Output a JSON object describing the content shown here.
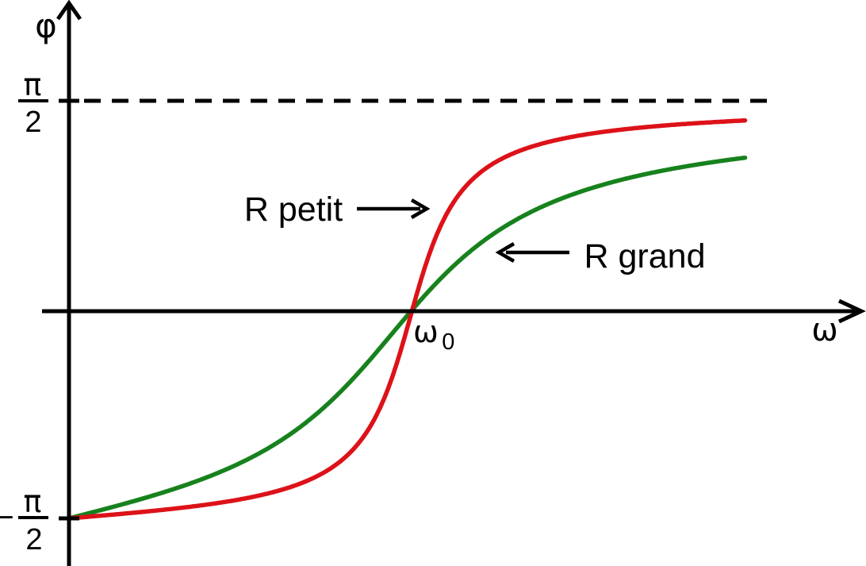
{
  "labels": {
    "y_axis": "φ",
    "x_axis": "ω",
    "upper_tick": {
      "numerator": "π",
      "denominator": "2"
    },
    "lower_tick": {
      "sign": "−",
      "numerator": "π",
      "denominator": "2"
    },
    "resonance_tick": {
      "base": "ω",
      "subscript": "0"
    }
  },
  "annotations": [
    {
      "text": "R petit",
      "color": "#dd1219",
      "arrow": "right"
    },
    {
      "text": "R grand",
      "color": "#17821d",
      "arrow": "left"
    }
  ],
  "colors": {
    "axis": "#000000",
    "background": "#ffffff",
    "dashed_asymptote": "#000000"
  },
  "chart_data": {
    "type": "line",
    "title": "",
    "xlabel": "ω",
    "ylabel": "φ",
    "x_axis_ticks": [
      "ω0"
    ],
    "y_axis_ticks": [
      "π/2",
      "−π/2"
    ],
    "upper_asymptote": "φ = π/2 (dashed line)",
    "lower_asymptote": "φ = −π/2",
    "zero_crossing": "φ = 0 at ω = ω0",
    "x_range_omega_over_omega0": [
      0,
      1.97
    ],
    "ylim_rad": [
      -1.5708,
      1.5708
    ],
    "grid": false,
    "model": "phi(u) = arctan(Q·(u − 1/u)), u = ω/ω0",
    "series": [
      {
        "name": "R petit",
        "color": "#dd1219",
        "Q": 4.6,
        "shape": "steep arctan-like transition through (ω0, 0)"
      },
      {
        "name": "R grand",
        "color": "#17821d",
        "Q": 1.5,
        "shape": "gradual arctan-like transition through (ω0, 0)"
      }
    ]
  }
}
